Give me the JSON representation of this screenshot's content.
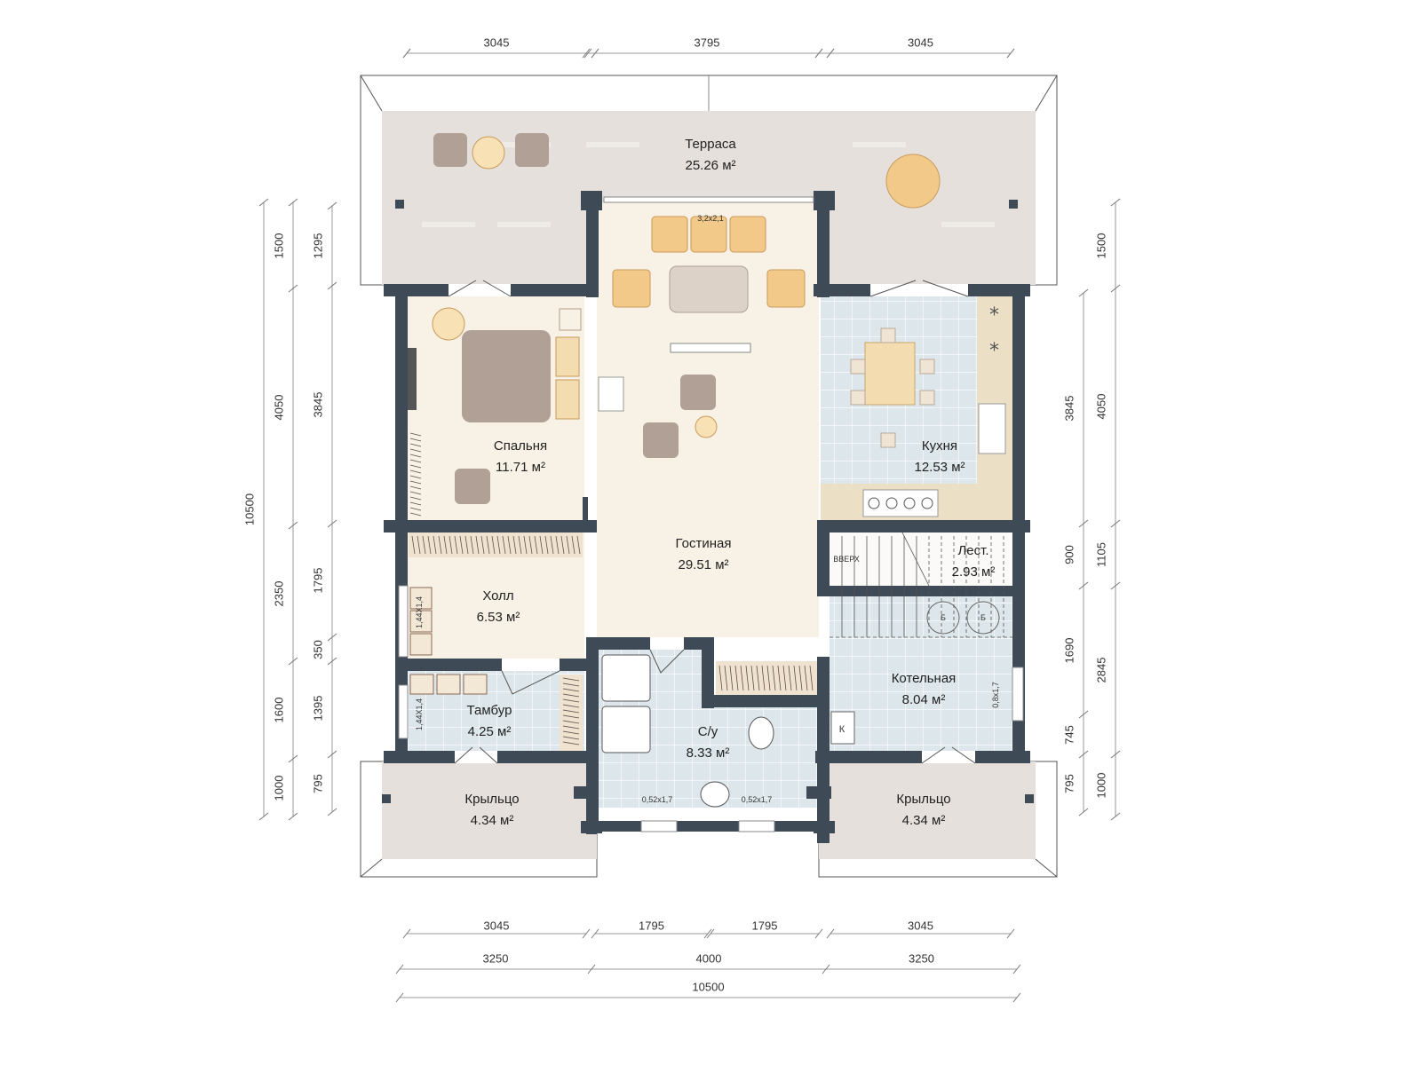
{
  "rooms": {
    "terrace": {
      "name": "Терраса",
      "area": "25.26 м²"
    },
    "bedroom": {
      "name": "Спальня",
      "area": "11.71 м²"
    },
    "living": {
      "name": "Гостиная",
      "area": "29.51 м²"
    },
    "kitchen": {
      "name": "Кухня",
      "area": "12.53 м²"
    },
    "stairs": {
      "name": "Лест.",
      "area": "2.93 м²"
    },
    "hall": {
      "name": "Холл",
      "area": "6.53 м²"
    },
    "vestibule": {
      "name": "Тамбур",
      "area": "4.25 м²"
    },
    "bathroom": {
      "name": "С/у",
      "area": "8.33 м²"
    },
    "boiler": {
      "name": "Котельная",
      "area": "8.04 м²"
    },
    "porch_left": {
      "name": "Крыльцо",
      "area": "4.34 м²"
    },
    "porch_right": {
      "name": "Крыльцо",
      "area": "4.34 м²"
    }
  },
  "annotations": {
    "stairs_up": "ВВЕРХ",
    "boiler_b1": "Б",
    "boiler_b2": "Б",
    "boiler_k": "К",
    "window_living": "3,2x2,1",
    "window_hall": "1,44X1,4",
    "window_vestibule": "1,44X1,4",
    "window_bath_left": "0,52x1,7",
    "window_bath_right": "0,52x1,7",
    "window_boiler": "0,8x1,7"
  },
  "dimensions": {
    "top": [
      "3045",
      "3795",
      "3045"
    ],
    "bottom_inner": [
      "3045",
      "1795",
      "1795",
      "3045"
    ],
    "bottom_axes": [
      "3250",
      "4000",
      "3250"
    ],
    "bottom_total": "10500",
    "left_total": "10500",
    "left_axes": [
      "1500",
      "4050",
      "2350",
      "1600",
      "1000"
    ],
    "left_inner": [
      "1295",
      "3845",
      "1795",
      "350",
      "1395",
      "795"
    ],
    "right_inner": [
      "3845",
      "900",
      "1690",
      "745",
      "795"
    ],
    "right_axes": [
      "1500",
      "4050",
      "1105",
      "2845",
      "1000"
    ]
  },
  "colors": {
    "wall": "#3e4a55",
    "terrace": "#e5e0db",
    "warm_floor": "#f8f1e5",
    "tile": "#dde7eb",
    "furniture": "#f2dcb0",
    "sofa": "#b0a095"
  }
}
